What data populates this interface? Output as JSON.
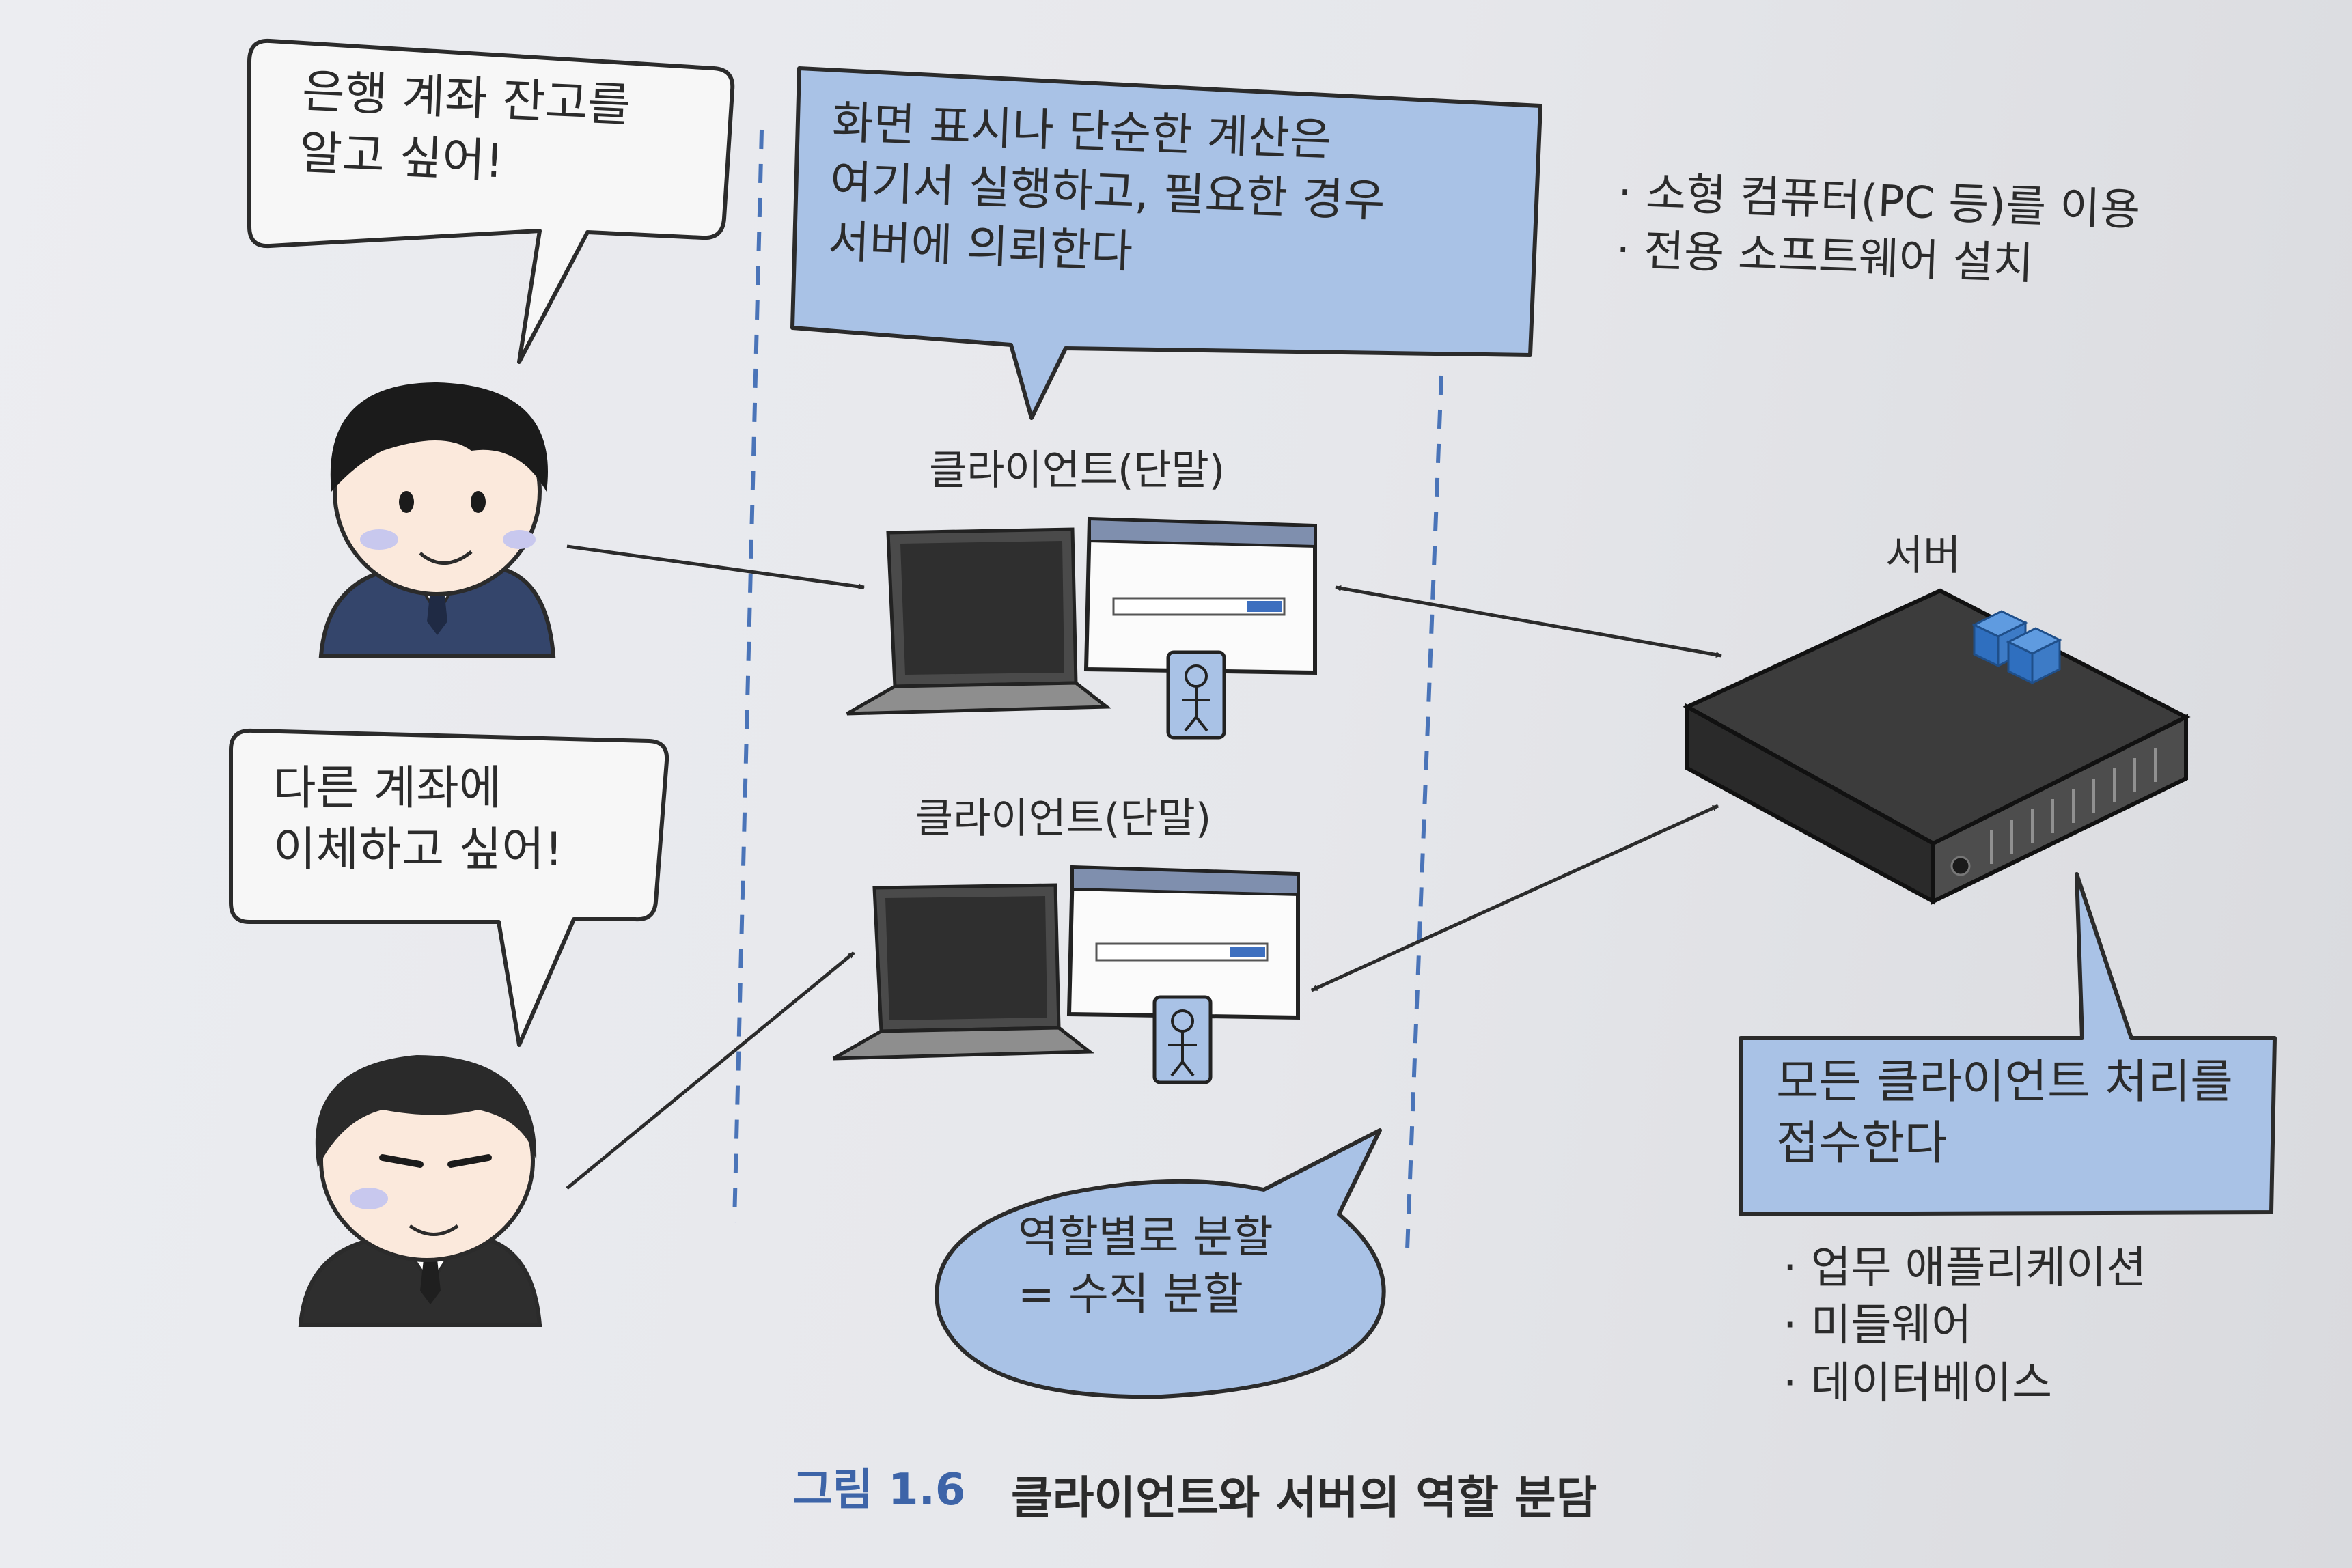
{
  "bubbles": {
    "user1": "은행 계좌 잔고를\n알고 싶어!",
    "user2": "다른 계좌에\n이체하고 싶어!",
    "client_role": "화면 표시나 단순한 계산은\n여기서 실행하고, 필요한 경우\n서버에 의뢰한다",
    "server_role": "모든 클라이언트 처리를\n접수한다",
    "split": "역할별로 분할\n= 수직 분할"
  },
  "labels": {
    "client_top": "클라이언트(단말)",
    "client_bottom": "클라이언트(단말)",
    "server": "서버"
  },
  "client_specs": [
    "소형 컴퓨터(PC 등)를 이용",
    "전용 소프트웨어 설치"
  ],
  "server_specs": [
    "업무 애플리케이션",
    "미들웨어",
    "데이터베이스"
  ],
  "caption": {
    "number": "그림 1.6",
    "text": "클라이언트와 서버의 역할 분담"
  },
  "colors": {
    "bubble_blue": "#a9c2e6",
    "bubble_white": "#f7f7f7",
    "dash_blue": "#4a74b8",
    "caption_blue": "#3d64a8",
    "suit": "#34456b",
    "server_cube": "#3d7bc6"
  }
}
